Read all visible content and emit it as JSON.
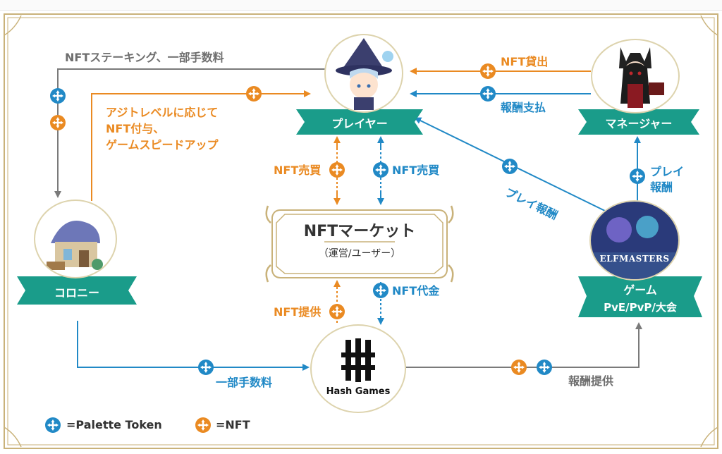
{
  "nodes": {
    "player": "プレイヤー",
    "manager": "マネージャー",
    "colony": "コロニー",
    "market_title": "NFTマーケット",
    "market_sub": "（運営/ユーザー）",
    "game_line1": "ゲーム",
    "game_line2": "PvE/PvP/大会",
    "hash_games": "Hash Games",
    "game_logo": "ELFMASTERS"
  },
  "edges": {
    "staking": "NFTステーキング、一部手数料",
    "colony_to_player_1": "アジトレベルに応じて",
    "colony_to_player_2": "NFT付与、",
    "colony_to_player_3": "ゲームスピードアップ",
    "nft_lend": "NFT貸出",
    "reward_pay": "報酬支払",
    "nft_sale_orange": "NFT売買",
    "nft_sale_blue": "NFT売買",
    "play_reward_diag": "プレイ報酬",
    "play_reward_1": "プレイ",
    "play_reward_2": "報酬",
    "nft_provide": "NFT提供",
    "nft_payment": "NFT代金",
    "partial_fee": "一部手数料",
    "reward_provide": "報酬提供"
  },
  "legend": {
    "blue_label": "=Palette Token",
    "orange_label": "=NFT"
  },
  "colors": {
    "teal": "#1a9c8a",
    "orange": "#ea8a22",
    "blue": "#2189c6",
    "gray": "#7a7a7a",
    "gold": "#c9b27a"
  }
}
